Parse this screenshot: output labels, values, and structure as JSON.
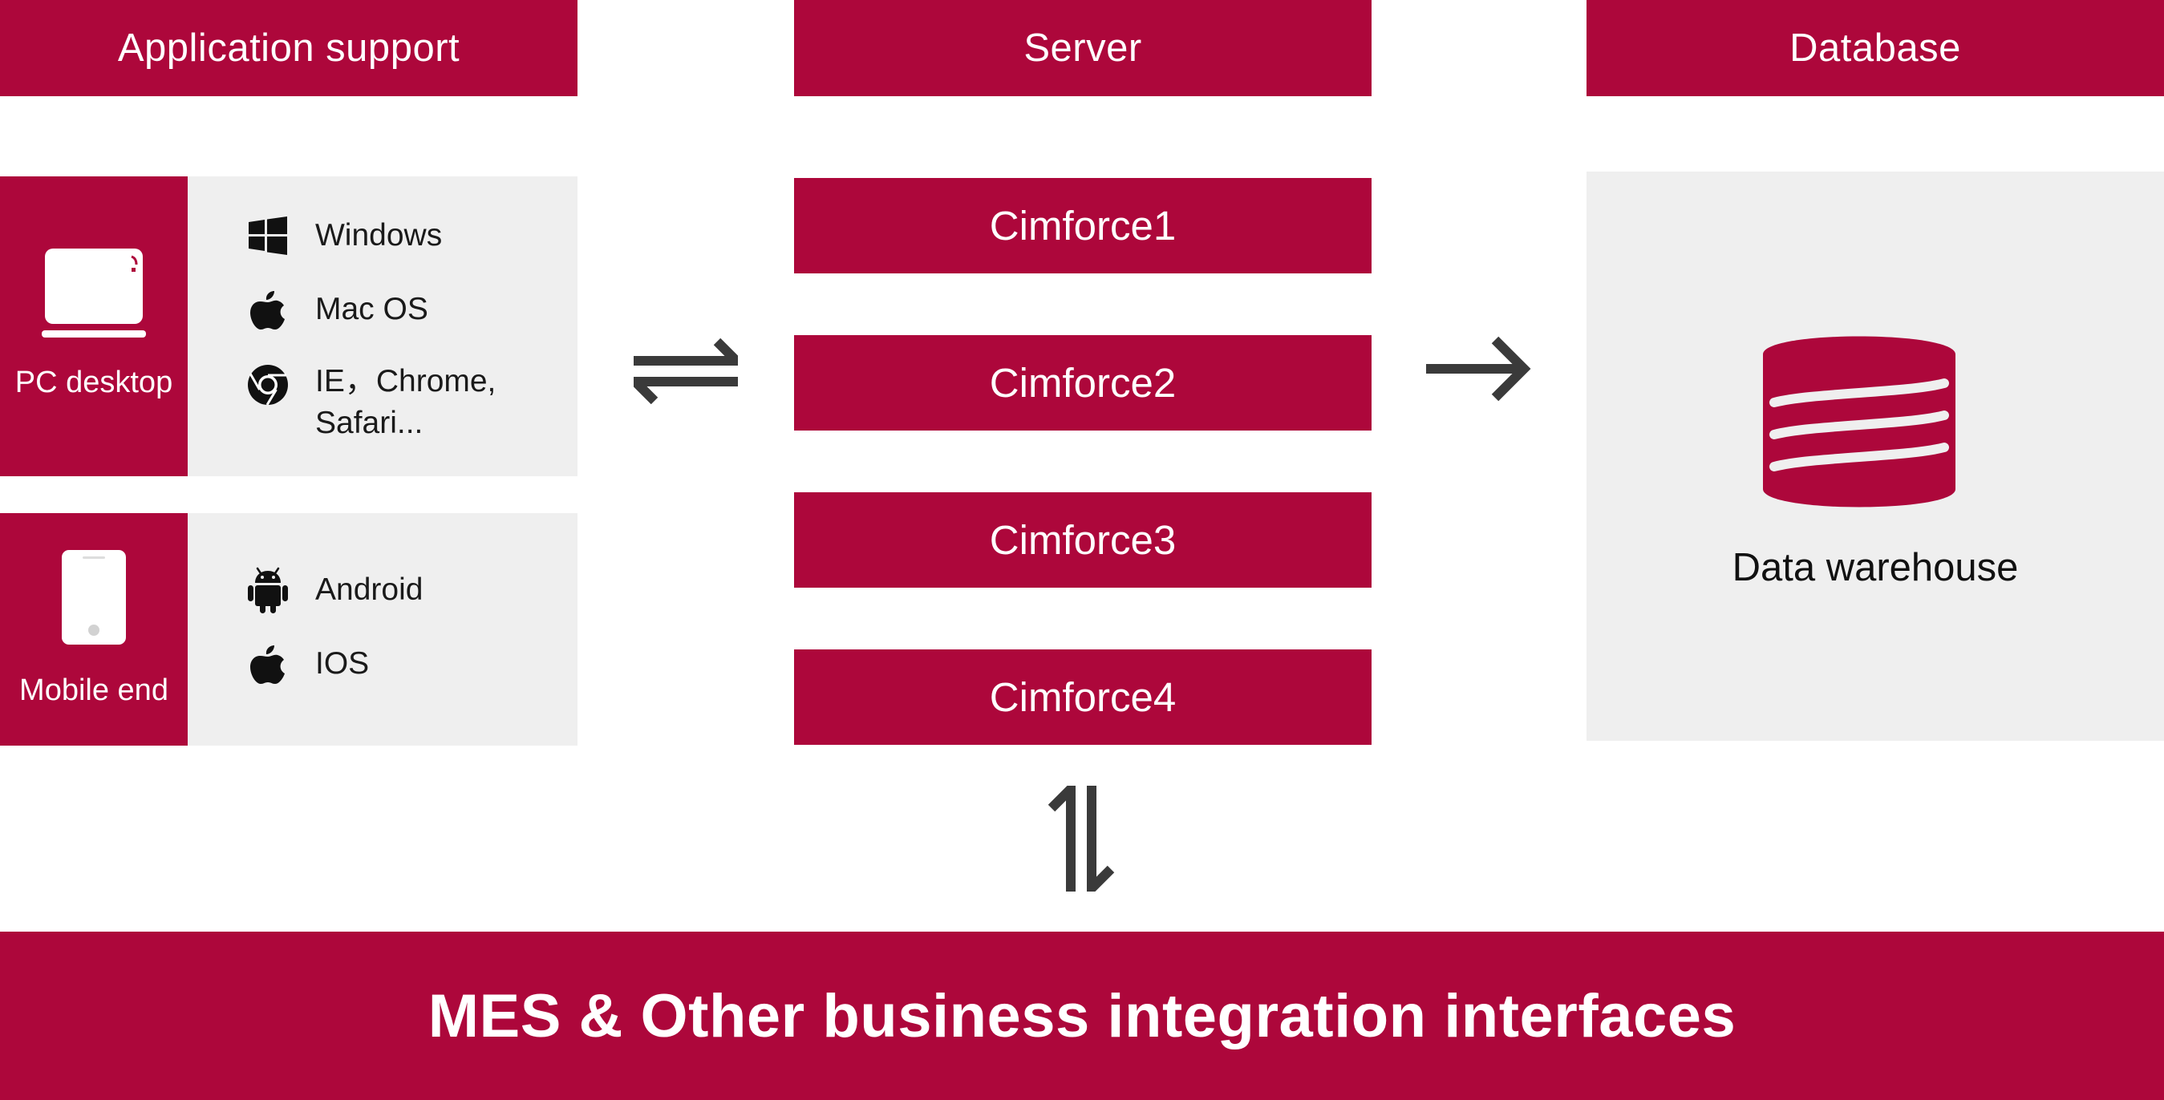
{
  "headers": {
    "application_support": "Application support",
    "server": "Server",
    "database": "Database"
  },
  "pc_panel": {
    "label": "PC desktop",
    "icon": "laptop-icon",
    "platforms": [
      {
        "icon": "windows-icon",
        "label": "Windows"
      },
      {
        "icon": "apple-icon",
        "label": "Mac OS"
      },
      {
        "icon": "chrome-icon",
        "label_line1": "IE，Chrome,",
        "label_line2": "Safari..."
      }
    ]
  },
  "mobile_panel": {
    "label": "Mobile end",
    "icon": "phone-icon",
    "platforms": [
      {
        "icon": "android-icon",
        "label": "Android"
      },
      {
        "icon": "apple-icon",
        "label": "IOS"
      }
    ]
  },
  "servers": [
    "Cimforce1",
    "Cimforce2",
    "Cimforce3",
    "Cimforce4"
  ],
  "database_panel": {
    "icon": "database-icon",
    "label": "Data warehouse"
  },
  "connectors": {
    "client_server": "bidirectional-arrows-icon",
    "server_database": "right-arrow-icon",
    "server_integration": "vertical-bidirectional-arrows-icon"
  },
  "bottom_bar": {
    "label": "MES & Other business integration interfaces"
  },
  "colors": {
    "brand_red": "#ad073b",
    "panel_grey": "#efefef",
    "arrow_grey": "#3a3a3a"
  }
}
